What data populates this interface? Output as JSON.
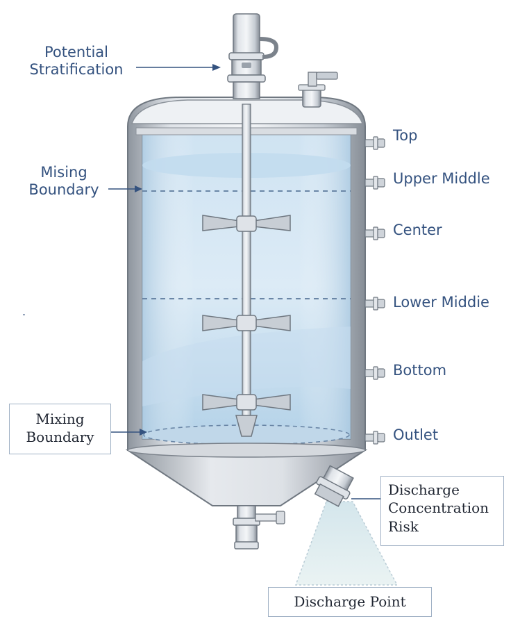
{
  "labels": {
    "potential_stratification": [
      "Potential",
      "Stratification"
    ],
    "mixing_boundary_upper": [
      "Mising",
      "Boundary"
    ],
    "mixing_boundary_lower": [
      "Mixing",
      "Boundary"
    ],
    "discharge_concentration_risk": [
      "Discharge",
      "Concentration",
      "Risk"
    ],
    "discharge_point": "Discharge Point",
    "stray_mark": "."
  },
  "ports": [
    {
      "label": "Top"
    },
    {
      "label": "Upper Middle"
    },
    {
      "label": "Center"
    },
    {
      "label": "Lower Middie"
    },
    {
      "label": "Bottom"
    },
    {
      "label": "Outlet"
    }
  ],
  "colors": {
    "label_text": "#34527f",
    "steel": "#c9ced5",
    "steel_dark": "#8e959e",
    "liquid_light": "#dcebf6",
    "liquid_dark": "#b4d2e8",
    "dashed_boundary": "#6a86a6",
    "box_border": "#9fb0c4"
  }
}
